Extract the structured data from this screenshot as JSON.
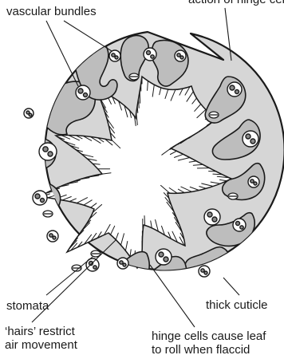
{
  "labels": {
    "vascular_bundles": "vascular bundles",
    "hinge_action_top": "action of hinge cells",
    "stomata": "stomata",
    "hairs_line1": "‘hairs’ restrict",
    "hairs_line2": "air movement",
    "thick_cuticle": "thick cuticle",
    "hinge_line1": "hinge cells cause leaf",
    "hinge_line2": "to roll when flaccid"
  },
  "colors": {
    "leaf_fill": "#d6d6d6",
    "lobe_fill": "#bdbdbd",
    "cavity_fill": "#ffffff",
    "outline": "#1a1a1a"
  }
}
